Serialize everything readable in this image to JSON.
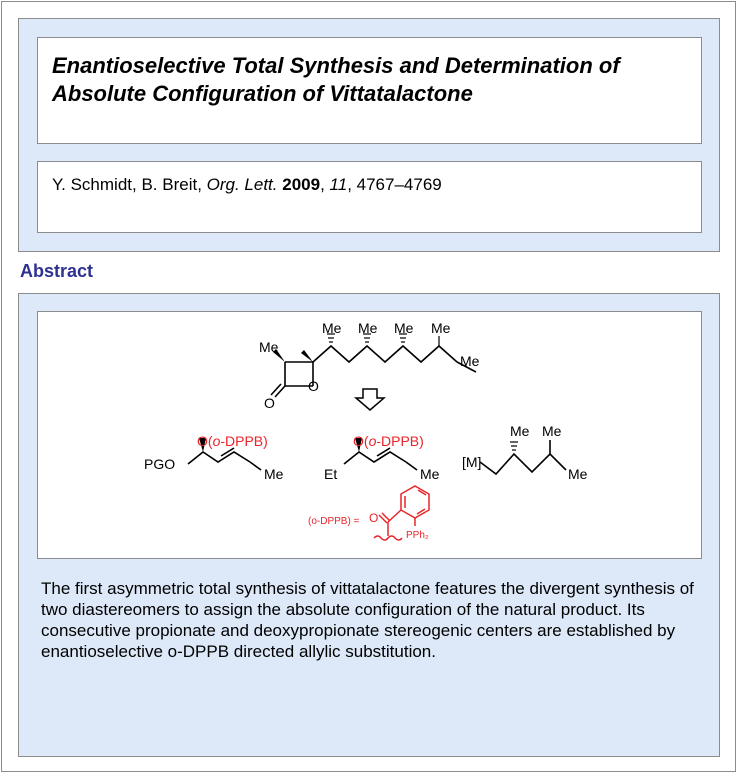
{
  "title": "Enantioselective Total Synthesis and Determination of Absolute Configuration of Vittatalactone",
  "citation": {
    "authors": "Y. Schmidt, B. Breit, ",
    "journal": "Org. Lett.",
    "year": "2009",
    "volume": "11",
    "pages": "4767–4769"
  },
  "abstract_heading": "Abstract",
  "abstract_text": "The first asymmetric total synthesis of vittatalactone features the divergent synthesis of two diastereomers to assign the absolute configuration of the natural product. Its consecutive propionate and deoxypropionate stereogenic centers are established by enantioselective o-DPPB directed allylic substitution.",
  "scheme": {
    "me": "Me",
    "o_atom": "O",
    "pg_o": "PGO",
    "et": "Et",
    "metal": "[M]",
    "o_dppb_prefix": "O(",
    "o_dppb_italic": "o",
    "o_dppb_suffix": "-DPPB)",
    "dppb_def": "(o-DPPB) =",
    "pph2": "PPh₂",
    "accent_color": "#e8252a"
  }
}
